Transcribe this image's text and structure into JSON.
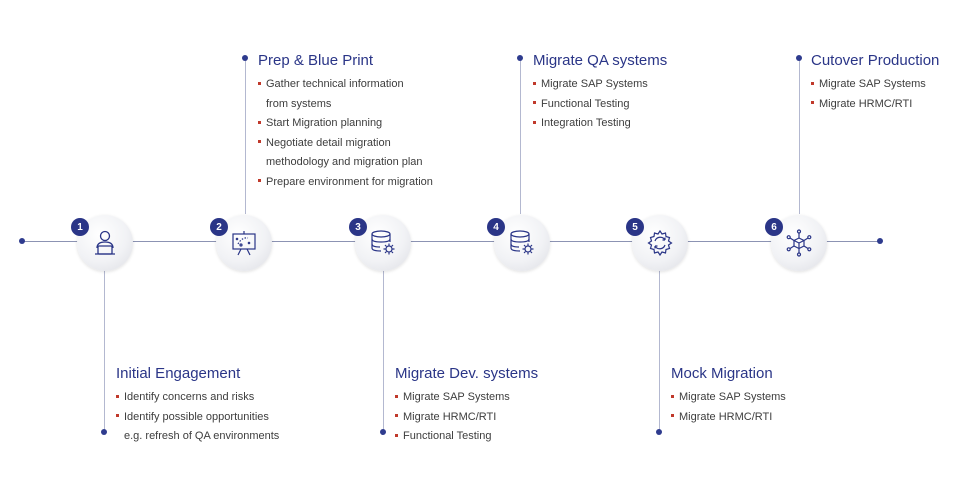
{
  "colors": {
    "accent": "#2a3587",
    "bullet": "#c0392b",
    "line": "#8c93b3"
  },
  "steps": [
    {
      "number": "1",
      "icon": "user-laptop-icon",
      "title": "Initial Engagement",
      "items": [
        "Identify concerns and risks",
        "Identify possible opportunities"
      ],
      "continuations": {
        "1": "e.g. refresh of QA environments"
      }
    },
    {
      "number": "2",
      "icon": "presentation-board-icon",
      "title": "Prep & Blue Print",
      "items": [
        "Gather technical information",
        "Start Migration planning",
        "Negotiate detail migration",
        "Prepare environment for migration"
      ],
      "continuations": {
        "0": "from systems",
        "2": "methodology and migration plan"
      }
    },
    {
      "number": "3",
      "icon": "database-gear-icon",
      "title": "Migrate Dev. systems",
      "items": [
        "Migrate SAP Systems",
        "Migrate HRMC/RTI",
        "Functional Testing"
      ]
    },
    {
      "number": "4",
      "icon": "database-gear-icon",
      "title": "Migrate QA systems",
      "items": [
        "Migrate SAP Systems",
        "Functional Testing",
        "Integration Testing"
      ]
    },
    {
      "number": "5",
      "icon": "gear-cycle-icon",
      "title": "Mock Migration",
      "items": [
        "Migrate SAP Systems",
        "Migrate HRMC/RTI"
      ]
    },
    {
      "number": "6",
      "icon": "cube-network-icon",
      "title": "Cutover Production",
      "items": [
        "Migrate SAP Systems",
        "Migrate HRMC/RTI"
      ]
    }
  ]
}
